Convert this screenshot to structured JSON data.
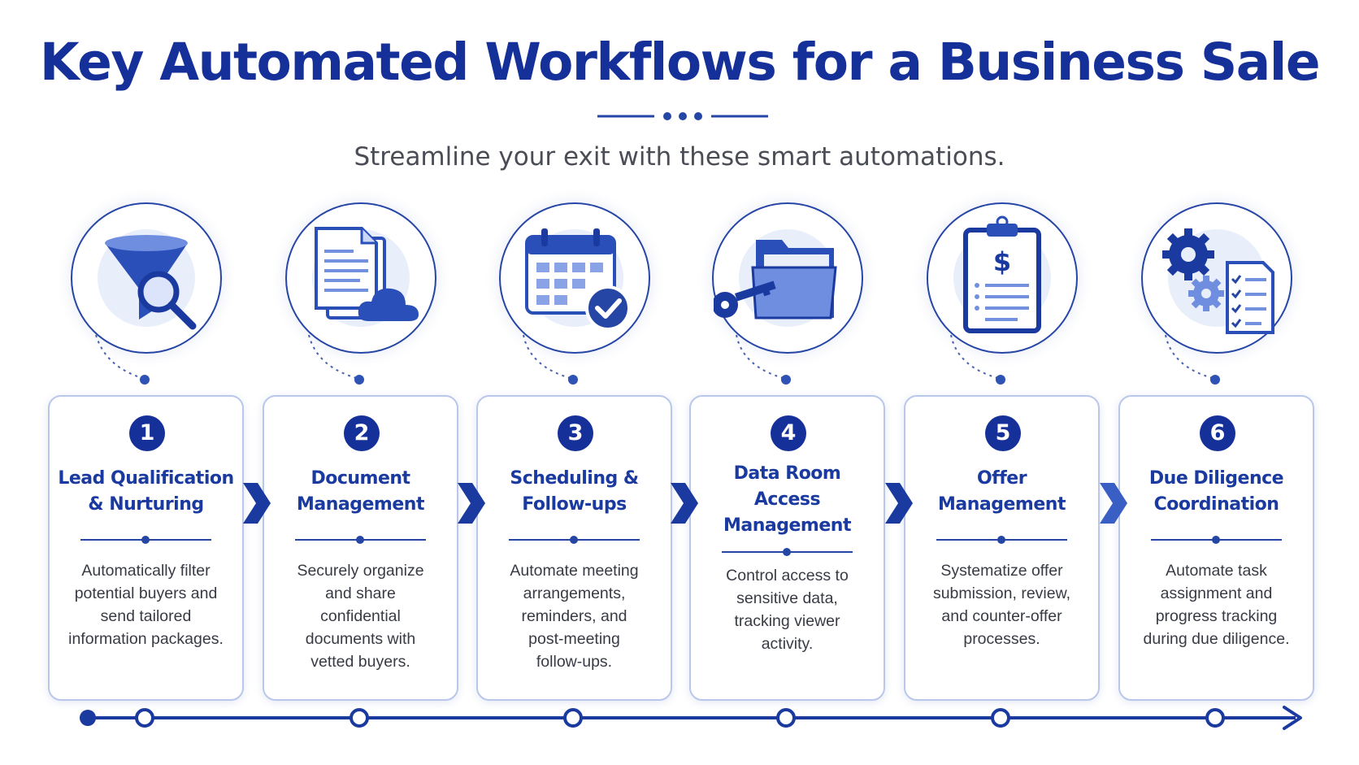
{
  "header": {
    "title": "Key Automated Workflows for a Business Sale",
    "subtitle": "Streamline your exit with these smart automations."
  },
  "colors": {
    "primary": "#16309a",
    "accent": "#2646a6",
    "light": "#b9c7ea",
    "text": "#383b44"
  },
  "steps": [
    {
      "number": "1",
      "title_lines": [
        "Lead Qualification",
        "& Nurturing"
      ],
      "icon": "funnel-magnifier-icon",
      "description_lines": [
        "Automatically filter",
        "potential buyers and",
        "send tailored",
        "information packages."
      ]
    },
    {
      "number": "2",
      "title_lines": [
        "Document",
        "Management"
      ],
      "icon": "documents-cloud-icon",
      "description_lines": [
        "Securely organize",
        "and share",
        "confidential",
        "documents with",
        "vetted buyers."
      ]
    },
    {
      "number": "3",
      "title_lines": [
        "Scheduling &",
        "Follow-ups"
      ],
      "icon": "calendar-check-icon",
      "description_lines": [
        "Automate meeting",
        "arrangements,",
        "reminders, and",
        "post-meeting",
        "follow-ups."
      ]
    },
    {
      "number": "4",
      "title_lines": [
        "Data Room",
        "Access",
        "Management"
      ],
      "icon": "key-folder-icon",
      "description_lines": [
        "Control access to",
        "sensitive data,",
        "tracking viewer",
        "activity."
      ]
    },
    {
      "number": "5",
      "title_lines": [
        "Offer",
        "Management"
      ],
      "icon": "clipboard-dollar-icon",
      "description_lines": [
        "Systematize offer",
        "submission, review,",
        "and counter-offer",
        "processes."
      ]
    },
    {
      "number": "6",
      "title_lines": [
        "Due Diligence",
        "Coordination"
      ],
      "icon": "gears-checklist-icon",
      "description_lines": [
        "Automate task",
        "assignment and",
        "progress tracking",
        "during due diligence."
      ]
    }
  ]
}
